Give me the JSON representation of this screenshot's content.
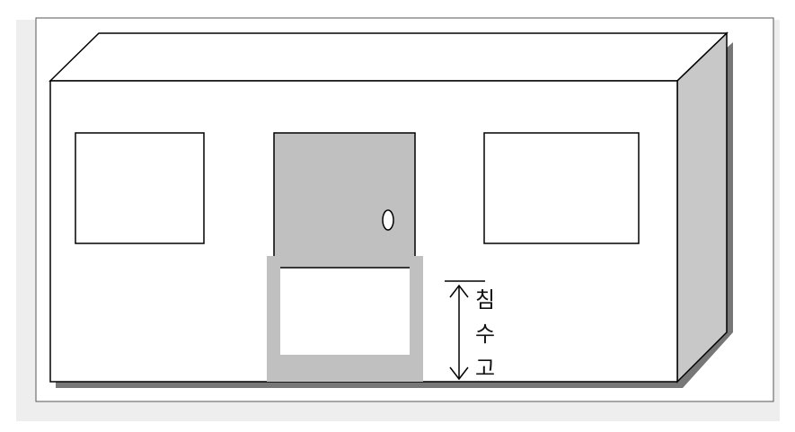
{
  "labels": {
    "height_label_chars": [
      "침",
      "수",
      "고"
    ]
  },
  "colors": {
    "page_background": "#ffffff",
    "outer_shadow": "#eeeeee",
    "frame_border": "#555555",
    "wall_fill": "#ffffff",
    "side_fill": "#c8c8c8",
    "door_fill": "#c0c0c0",
    "barrier_fill": "#c0c0c0",
    "drop_shadow": "#777777",
    "stroke": "#000000"
  },
  "icons": {
    "arrow": "double-headed-vertical-arrow",
    "door_knob": "oval-knob"
  }
}
